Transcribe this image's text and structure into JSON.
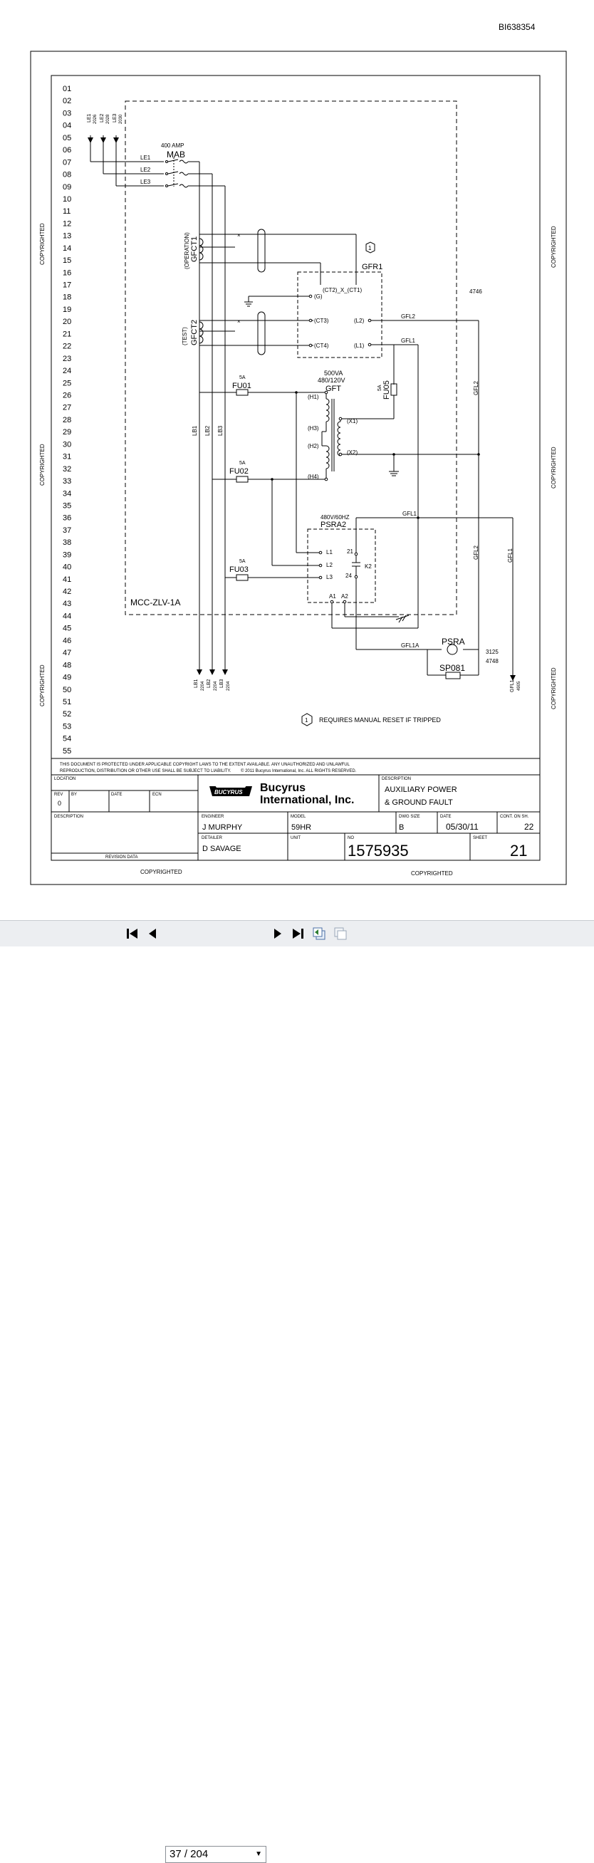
{
  "doc_id": "BI638354",
  "copyright_watermark": "COPYRIGHTED",
  "row_numbers": [
    "01",
    "02",
    "03",
    "04",
    "05",
    "06",
    "07",
    "08",
    "09",
    "10",
    "11",
    "12",
    "13",
    "14",
    "15",
    "16",
    "17",
    "18",
    "19",
    "20",
    "21",
    "22",
    "23",
    "24",
    "25",
    "26",
    "27",
    "28",
    "29",
    "30",
    "31",
    "32",
    "33",
    "34",
    "35",
    "36",
    "37",
    "38",
    "39",
    "40",
    "41",
    "42",
    "43",
    "44",
    "45",
    "46",
    "47",
    "48",
    "49",
    "50",
    "51",
    "52",
    "53",
    "54",
    "55"
  ],
  "labels": {
    "le1_in": "LE1",
    "le1_in_n": "2026",
    "le2_in": "LE2",
    "le2_in_n": "2028",
    "le3_in": "LE3",
    "le3_in_n": "2030",
    "breaker_rating": "400 AMP",
    "breaker": "MAB",
    "le1": "LE1",
    "le2": "LE2",
    "le3": "LE3",
    "gfct1_note": "(OPERATION)",
    "gfct1": "GFCT1",
    "gfct2_note": "(TEST)",
    "gfct2": "GFCT2",
    "gfr1": "GFR1",
    "note_1": "1",
    "ref_4746": "4746",
    "ct2_ct1": "(CT2)_X_(CT1)",
    "g": "(G)",
    "ct3": "(CT3)",
    "ct4": "(CT4)",
    "l2": "(L2)",
    "l1": "(L1)",
    "gfl2": "GFL2",
    "gfl1": "GFL1",
    "fu01_rating": "5A",
    "fu01": "FU01",
    "fu02_rating": "5A",
    "fu02": "FU02",
    "fu03_rating": "5A",
    "fu03": "FU03",
    "fu05_rating": "5A",
    "fu05": "FU05",
    "gft_va": "500VA",
    "gft_v": "480/120V",
    "gft": "GFT",
    "h1": "(H1)",
    "h3": "(H3)",
    "h2": "(H2)",
    "h4": "(H4)",
    "x1": "(X1)",
    "x2": "(X2)",
    "lb1": "LB1",
    "lb2": "LB2",
    "lb3": "LB3",
    "gfl2_v": "GFL2",
    "gfl2_v2": "GFL2",
    "gfl1_v": "GFL1",
    "psra2_rating": "480V/60HZ",
    "psra2": "PSRA2",
    "psra2_l1": "L1",
    "psra2_l2": "L2",
    "psra2_l3": "L3",
    "psra2_21": "21",
    "psra2_24": "24",
    "psra2_k2": "K2",
    "psra2_a1": "A1",
    "psra2_a2": "A2",
    "mcc": "MCC-ZLV-1A",
    "psra": "PSRA",
    "sp081": "SP081",
    "gfl1a": "GFL1A",
    "ref_3125": "3125",
    "ref_4748": "4748",
    "lb1_out": "LB1",
    "lb1_out_n": "2204",
    "lb2_out": "LB2",
    "lb2_out_n": "2204",
    "lb3_out": "LB3",
    "lb3_out_n": "2204",
    "gfl1_out": "GFL1",
    "gfl1_out_n": "4905",
    "note_text": "REQUIRES MANUAL RESET IF TRIPPED"
  },
  "title_block": {
    "legal_1": "THIS DOCUMENT IS PROTECTED UNDER APPLICABLE COPYRIGHT LAWS TO THE EXTENT AVAILABLE.  ANY UNAUTHORIZED AND UNLAWFUL",
    "legal_2": "REPRODUCTION, DISTRIBUTION OR OTHER USE SHALL BE SUBJECT TO LIABILITY.",
    "legal_3": "© 2011   Bucyrus International, Inc. ALL RIGHTS RESERVED.",
    "location_label": "LOCATION",
    "rev_label": "REV",
    "rev_value": "0",
    "by_label": "BY",
    "date_label": "DATE",
    "ecn_label": "ECN",
    "description_label": "DESCRIPTION",
    "revision_data_label": "REVISION DATA",
    "logo_text": "BUCYRUS",
    "company_line1": "Bucyrus",
    "company_line2": "International, Inc.",
    "desc_label": "DESCRIPTION",
    "desc_line1": "AUXILIARY POWER",
    "desc_line2": "& GROUND FAULT",
    "engineer_label": "ENGINEER",
    "engineer": "J MURPHY",
    "model_label": "MODEL",
    "model": "59HR",
    "dwg_size_label": "DWG SIZE",
    "dwg_size": "B",
    "date_label2": "DATE",
    "date": "05/30/11",
    "cont_label": "CONT. ON SH.",
    "cont": "22",
    "detailer_label": "DETAILER",
    "detailer": "D SAVAGE",
    "unit_label": "UNIT",
    "no_label": "NO",
    "drawing_no": "1575935",
    "sheet_label": "SHEET",
    "sheet": "21"
  },
  "viewer": {
    "page_indicator": "37 / 204"
  }
}
